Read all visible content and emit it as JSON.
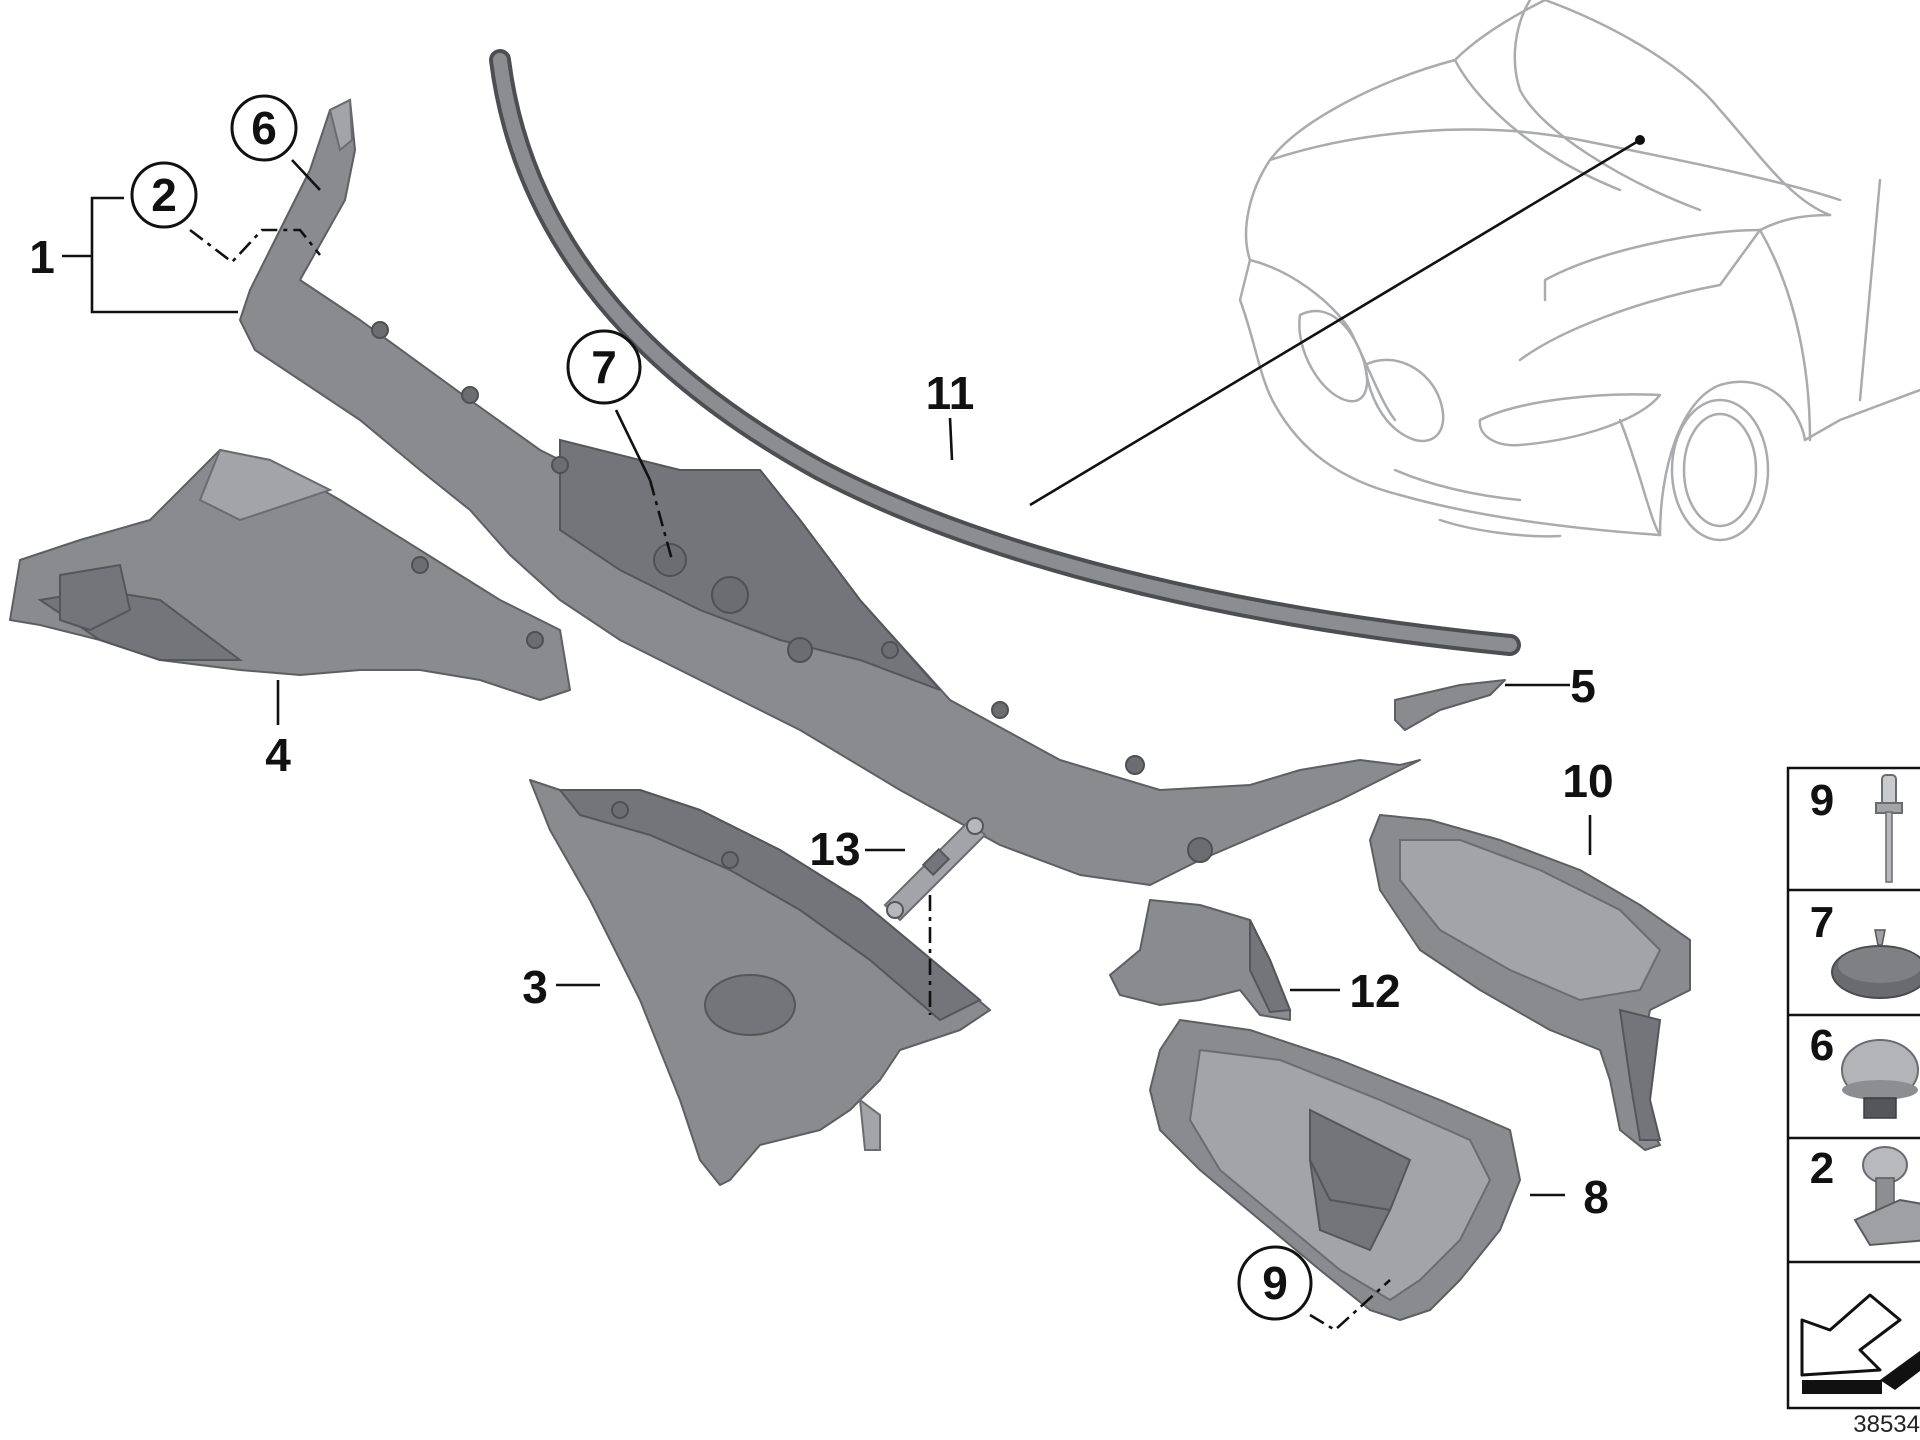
{
  "callouts": {
    "c1": "1",
    "c2": "2",
    "c3": "3",
    "c4": "4",
    "c5": "5",
    "c6": "6",
    "c7": "7",
    "c8": "8",
    "c9": "9",
    "c10": "10",
    "c11": "11",
    "c12": "12",
    "c13": "13"
  },
  "legend": {
    "items": [
      {
        "number": "9",
        "icon": "blind-rivet-icon"
      },
      {
        "number": "7",
        "icon": "plug-cap-icon"
      },
      {
        "number": "6",
        "icon": "expanding-rivet-icon"
      },
      {
        "number": "2",
        "icon": "clip-icon"
      },
      {
        "number": "",
        "icon": "view-direction-arrow-icon"
      }
    ]
  },
  "diagram_id": "38534",
  "colors": {
    "part_fill": "#8a8b8e",
    "car_outline": "#a9abae",
    "label": "#111111"
  }
}
